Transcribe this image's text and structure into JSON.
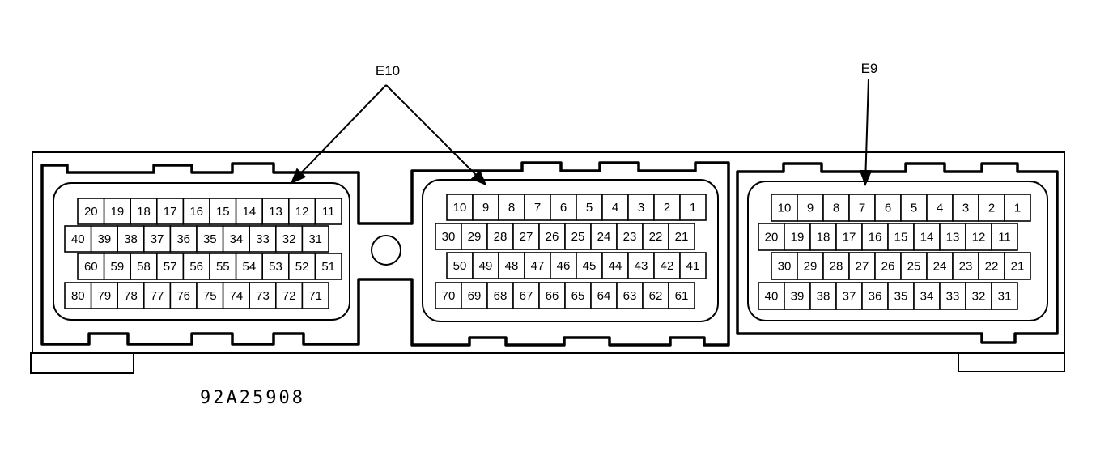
{
  "labels": {
    "e10": "E10",
    "e9": "E9"
  },
  "figure_code": "92A25908",
  "connectors": [
    {
      "rows": [
        [
          "20",
          "19",
          "18",
          "17",
          "16",
          "15",
          "14",
          "13",
          "12",
          "11"
        ],
        [
          "40",
          "39",
          "38",
          "37",
          "36",
          "35",
          "34",
          "33",
          "32",
          "31"
        ],
        [
          "60",
          "59",
          "58",
          "57",
          "56",
          "55",
          "54",
          "53",
          "52",
          "51"
        ],
        [
          "80",
          "79",
          "78",
          "77",
          "76",
          "75",
          "74",
          "73",
          "72",
          "71"
        ]
      ]
    },
    {
      "rows": [
        [
          "10",
          "9",
          "8",
          "7",
          "6",
          "5",
          "4",
          "3",
          "2",
          "1"
        ],
        [
          "30",
          "29",
          "28",
          "27",
          "26",
          "25",
          "24",
          "23",
          "22",
          "21"
        ],
        [
          "50",
          "49",
          "48",
          "47",
          "46",
          "45",
          "44",
          "43",
          "42",
          "41"
        ],
        [
          "70",
          "69",
          "68",
          "67",
          "66",
          "65",
          "64",
          "63",
          "62",
          "61"
        ]
      ]
    },
    {
      "rows": [
        [
          "10",
          "9",
          "8",
          "7",
          "6",
          "5",
          "4",
          "3",
          "2",
          "1"
        ],
        [
          "20",
          "19",
          "18",
          "17",
          "16",
          "15",
          "14",
          "13",
          "12",
          "11"
        ],
        [
          "30",
          "29",
          "28",
          "27",
          "26",
          "25",
          "24",
          "23",
          "22",
          "21"
        ],
        [
          "40",
          "39",
          "38",
          "37",
          "36",
          "35",
          "34",
          "33",
          "32",
          "31"
        ]
      ]
    }
  ]
}
